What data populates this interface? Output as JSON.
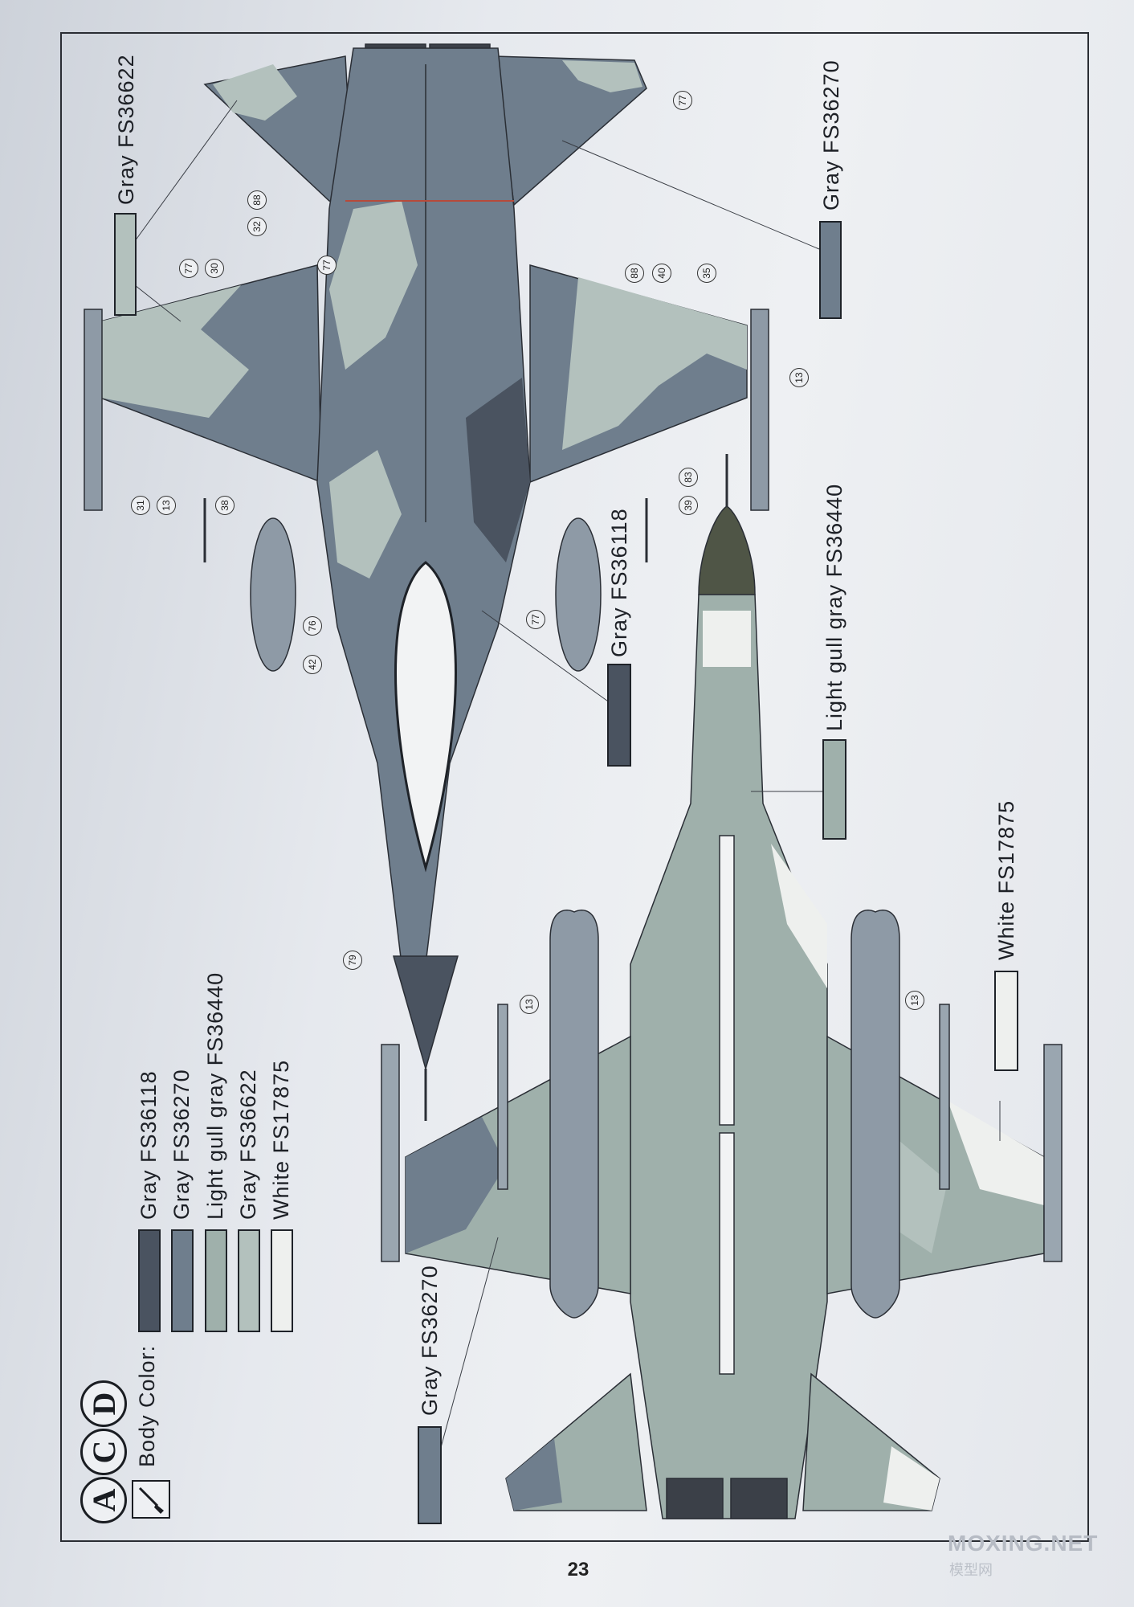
{
  "page": {
    "number": "23",
    "watermark": "MOXING.NET",
    "watermark_cn": "模型网"
  },
  "scheme": {
    "letters": [
      "A",
      "C",
      "D"
    ],
    "body_color_label": "Body Color:"
  },
  "legend": [
    {
      "name": "Gray  FS36118",
      "hex": "#4a5360"
    },
    {
      "name": "Gray  FS36270",
      "hex": "#6f7e8d"
    },
    {
      "name": "Light  gull  gray  FS36440",
      "hex": "#9fb0ab"
    },
    {
      "name": "Gray  FS36622",
      "hex": "#b3c1bd"
    },
    {
      "name": "White  FS17875",
      "hex": "#eef0ee"
    }
  ],
  "labels": {
    "top_left": "Gray  FS36622",
    "top_right": "Gray  FS36270",
    "mid": "Gray  FS36118",
    "lower_mid": "Light  gull  gray  FS36440",
    "lower_right": "White  FS17875",
    "bottom_left": "Gray  FS36270"
  },
  "callouts": {
    "top_view": [
      "77",
      "32",
      "88",
      "77",
      "30",
      "77",
      "88",
      "40",
      "35",
      "31",
      "13",
      "38",
      "13",
      "39",
      "83",
      "76",
      "42",
      "77"
    ],
    "bottom_view": [
      "79",
      "13",
      "13"
    ]
  },
  "colors": {
    "dark_gray": "#4a5360",
    "medium_gray": "#6f7e8d",
    "light_gull": "#9fb0ab",
    "pale_gray": "#b3c1bd",
    "white": "#eef0ee",
    "nose_cone": "#4f5546"
  }
}
